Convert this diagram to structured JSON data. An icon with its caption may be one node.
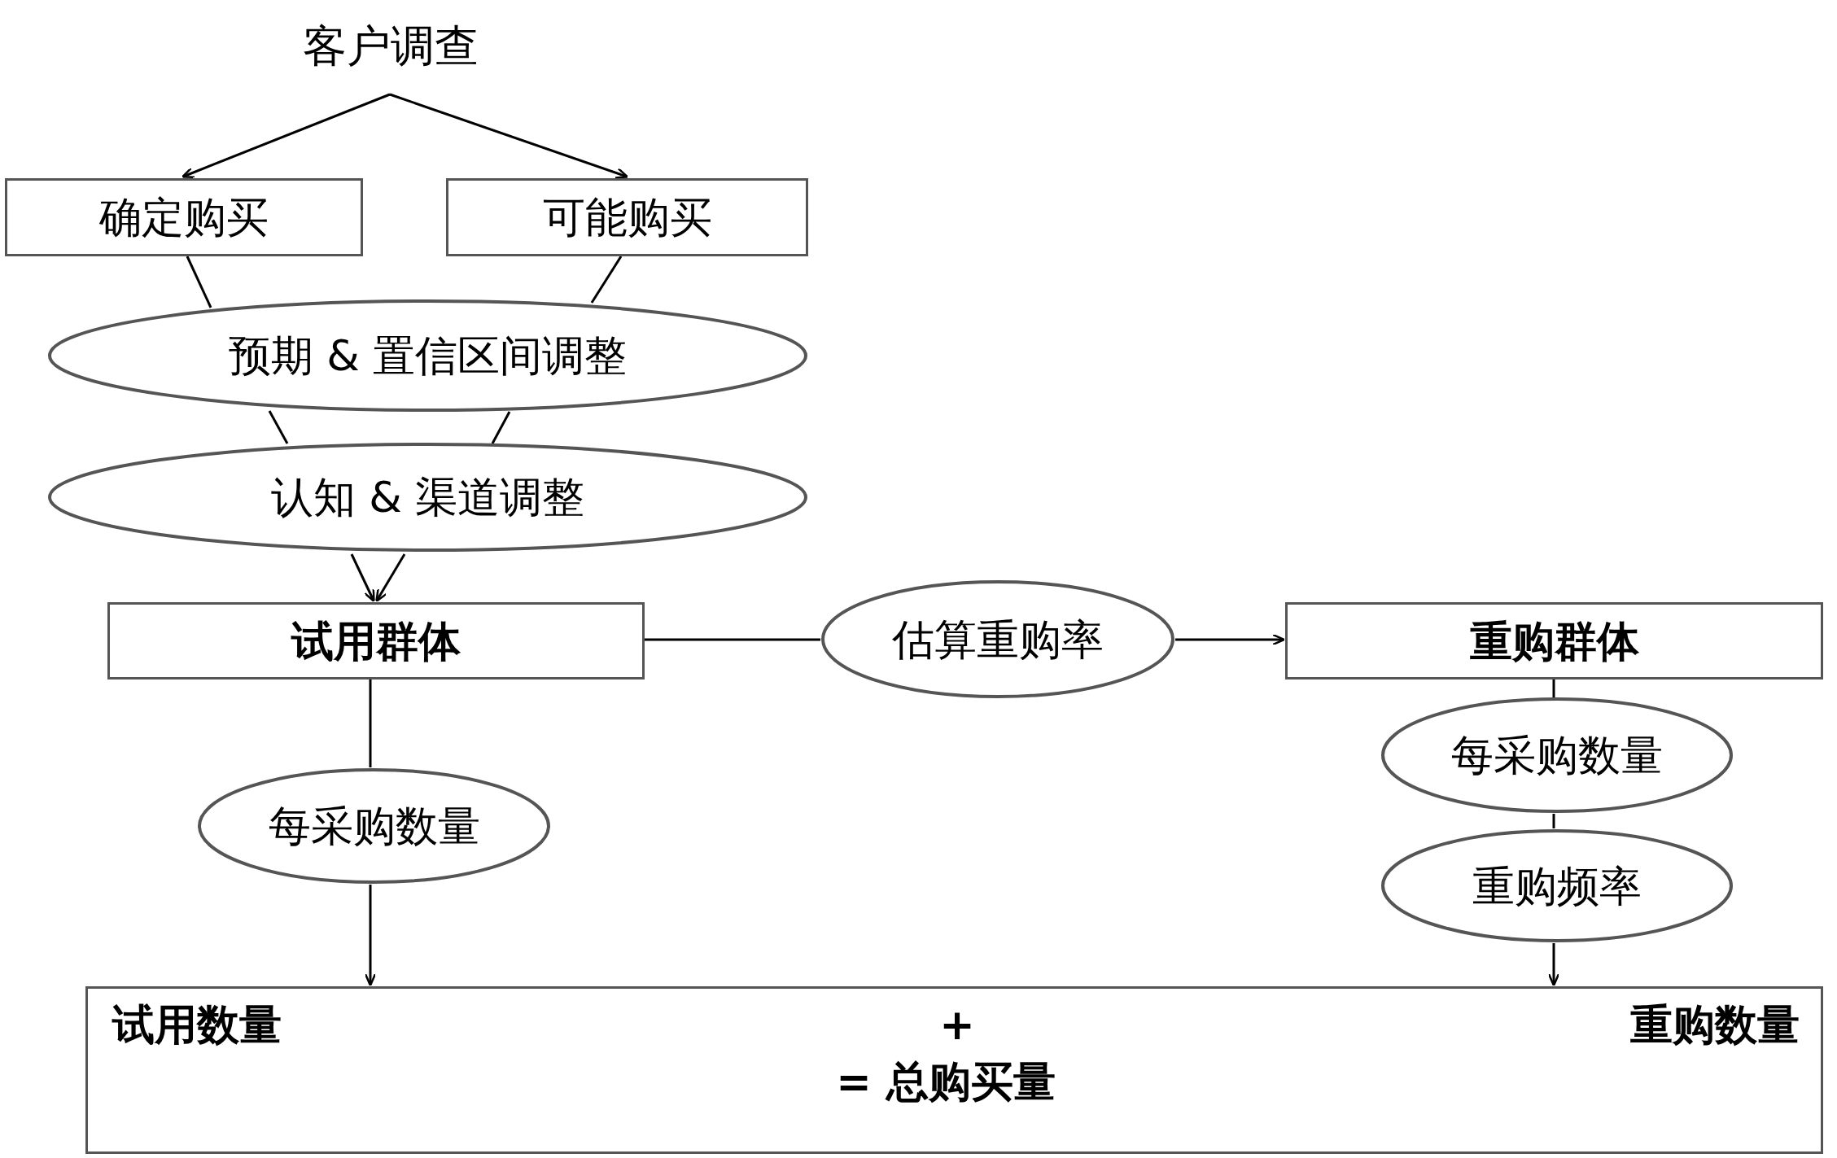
{
  "diagram": {
    "nodes": [
      {
        "text": [
          "客户调查"
        ]
      },
      {
        "text": [
          "确定购买"
        ]
      },
      {
        "text": [
          "可能购买"
        ]
      },
      {
        "text": [
          "预期 & 置信区间调整"
        ]
      },
      {
        "text": [
          "认知 & 渠道调整"
        ]
      },
      {
        "text": [
          "试用群体"
        ]
      },
      {
        "text": [
          "估算重购率"
        ]
      },
      {
        "text": [
          "重购群体"
        ]
      },
      {
        "text": [
          "每采购数量"
        ]
      },
      {
        "text": [
          "每采购数量"
        ]
      },
      {
        "text": [
          "重购频率"
        ]
      },
      {
        "text": [
          "试用数量",
          "+",
          "= 总购买量",
          "重购数量"
        ]
      }
    ],
    "edges": [
      {
        "from": 0,
        "to": 1,
        "arrow": "to"
      },
      {
        "from": 0,
        "to": 2,
        "arrow": "to"
      },
      {
        "from": 1,
        "to": 3,
        "arrow": "none"
      },
      {
        "from": 2,
        "to": 3,
        "arrow": "none"
      },
      {
        "from": 3,
        "to": 4,
        "arrow": "none"
      },
      {
        "from": 3,
        "to": 4,
        "arrow": "none"
      },
      {
        "from": 4,
        "to": 5,
        "arrow": "to"
      },
      {
        "from": 4,
        "to": 5,
        "arrow": "to"
      },
      {
        "from": 5,
        "to": 6,
        "arrow": "none"
      },
      {
        "from": 6,
        "to": 7,
        "arrow": "to"
      },
      {
        "from": 5,
        "to": 8,
        "arrow": "none"
      },
      {
        "from": 8,
        "to": 11,
        "arrow": "to"
      },
      {
        "from": 7,
        "to": 9,
        "arrow": "none"
      },
      {
        "from": 9,
        "to": 10,
        "arrow": "none"
      },
      {
        "from": 10,
        "to": 11,
        "arrow": "to"
      }
    ]
  }
}
